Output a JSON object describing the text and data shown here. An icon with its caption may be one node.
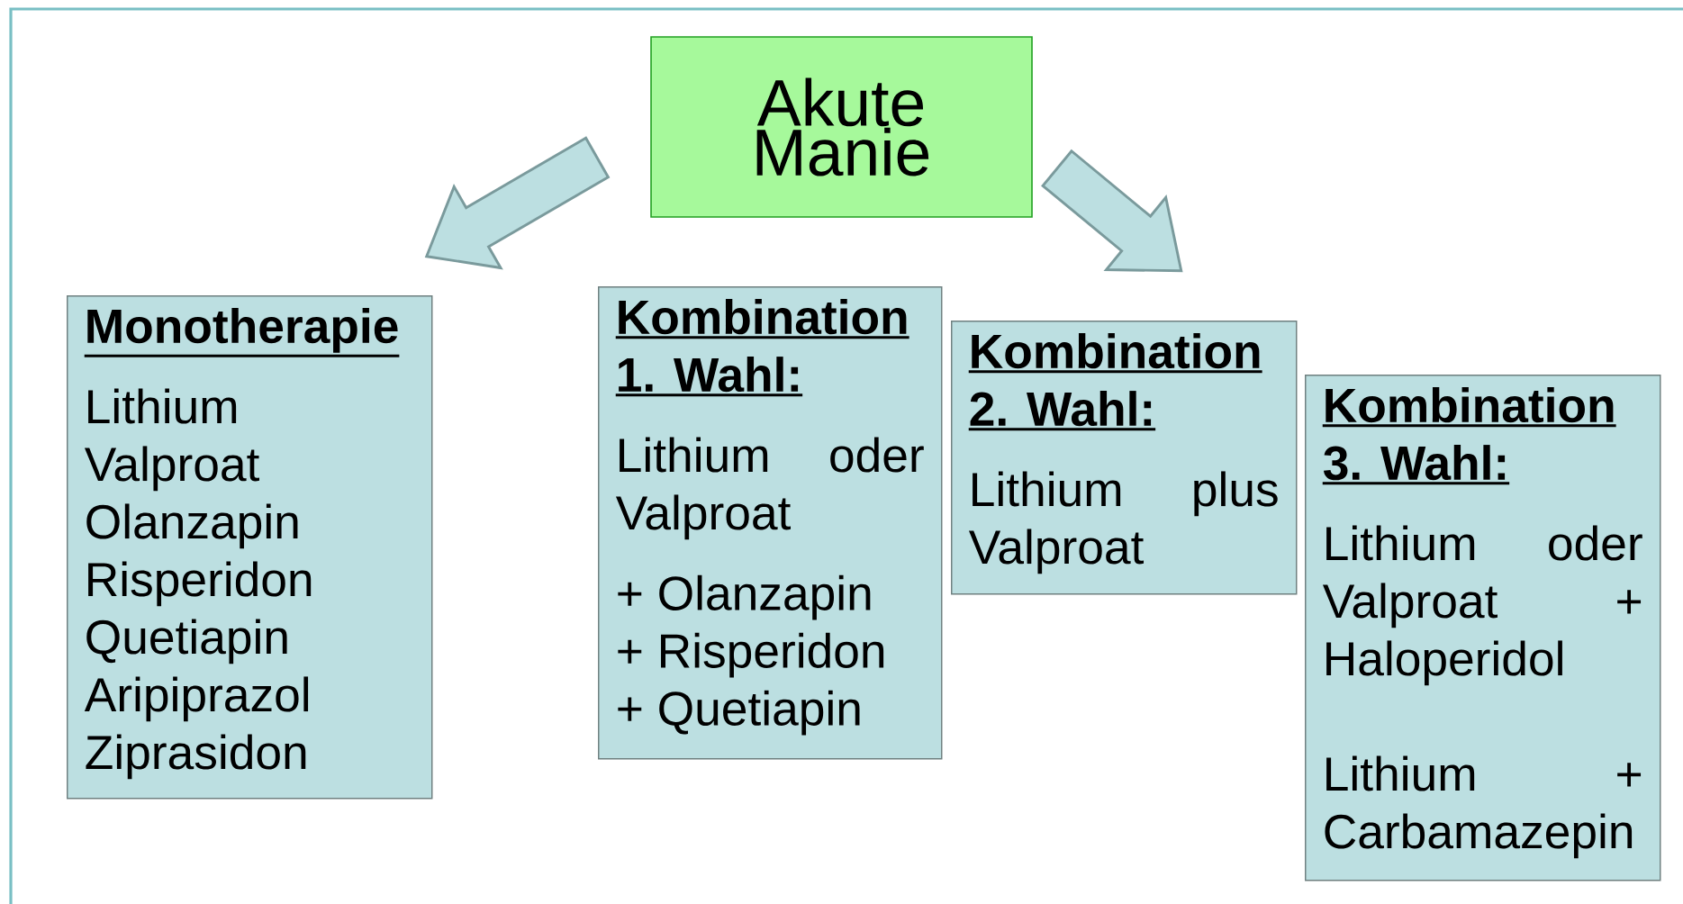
{
  "diagram": {
    "nodes": [
      {
        "text": [
          "Akute Manie"
        ]
      },
      {
        "text": [
          "Monotherapie",
          "Lithium",
          "Valproat",
          "Olanzapin",
          "Risperidon",
          "Quetiapin",
          "Aripiprazol",
          "Ziprasidon"
        ]
      },
      {
        "text": [
          "Kombination 1. Wahl:",
          "Lithium oder Valproat",
          "+ Olanzapin",
          "+ Risperidon",
          "+ Quetiapin"
        ]
      },
      {
        "text": [
          "Kombination 2. Wahl:",
          "Lithium plus Valproat"
        ]
      },
      {
        "text": [
          "Kombination 3. Wahl:",
          "Lithium oder Valproat + Haloperidol",
          "Lithium + Carbamazepin"
        ]
      }
    ],
    "edges": [
      {
        "from": 0,
        "to": 1,
        "arrow": "to"
      },
      {
        "from": 0,
        "to": 3,
        "arrow": "to"
      }
    ]
  }
}
